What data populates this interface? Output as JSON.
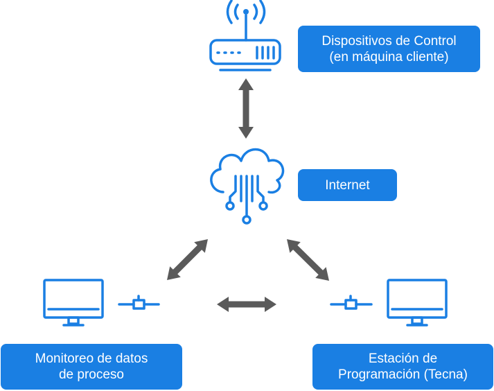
{
  "colors": {
    "accent": "#1a7fe3",
    "arrow": "#5a5a5a",
    "label_text": "#ffffff",
    "background": "#ffffff"
  },
  "nodes": {
    "control_devices": {
      "icon": "router-icon",
      "label_line1": "Dispositivos de Control",
      "label_line2": "(en máquina cliente)"
    },
    "internet": {
      "icon": "cloud-network-icon",
      "label": "Internet"
    },
    "process_monitoring": {
      "icon": "monitor-icon",
      "connector_icon": "network-connector-icon",
      "label_line1": "Monitoreo de datos",
      "label_line2": "de proceso"
    },
    "programming_station": {
      "icon": "monitor-icon",
      "connector_icon": "network-connector-icon",
      "label_line1": "Estación de",
      "label_line2": "Programación (Tecna)"
    }
  },
  "connections": [
    {
      "from": "control_devices",
      "to": "internet",
      "direction": "bidirectional"
    },
    {
      "from": "internet",
      "to": "process_monitoring",
      "direction": "bidirectional"
    },
    {
      "from": "internet",
      "to": "programming_station",
      "direction": "bidirectional"
    },
    {
      "from": "process_monitoring",
      "to": "programming_station",
      "direction": "bidirectional"
    }
  ]
}
